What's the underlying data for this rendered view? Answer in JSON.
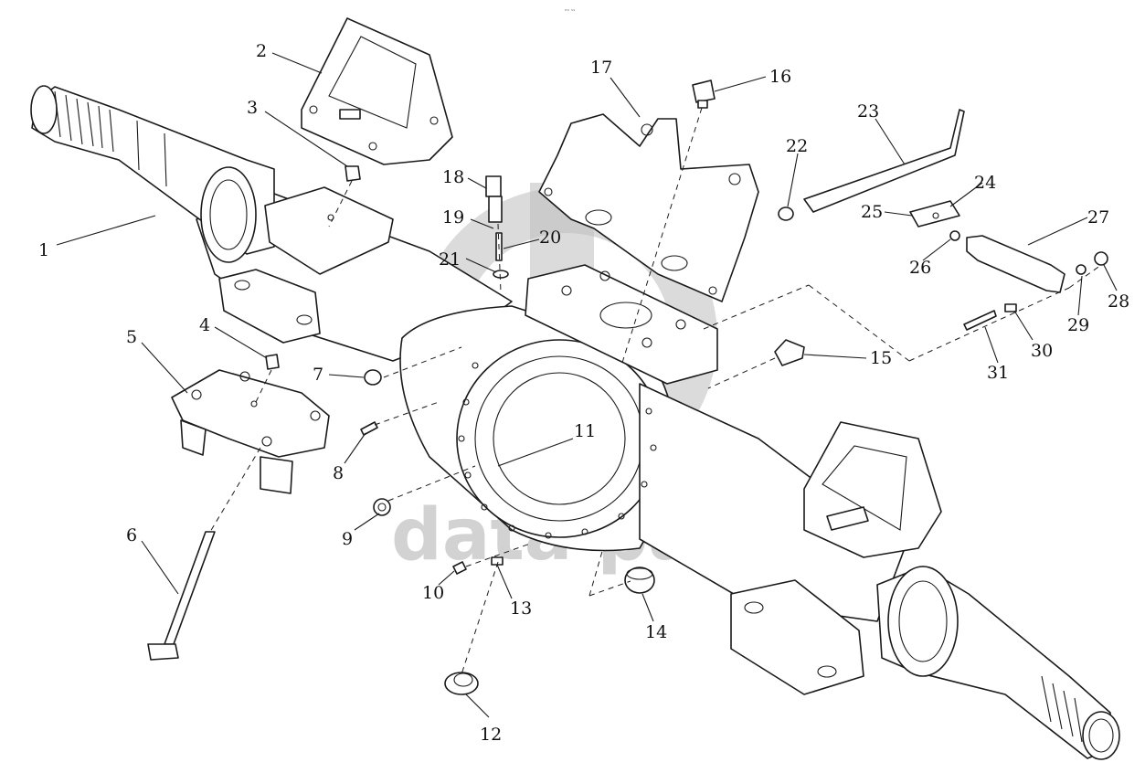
{
  "watermark": {
    "text": "data parts"
  },
  "header_mark": "ᵉᵒ ˢˢ",
  "callouts": [
    "1",
    "2",
    "3",
    "4",
    "5",
    "6",
    "7",
    "8",
    "9",
    "10",
    "11",
    "12",
    "13",
    "14",
    "15",
    "16",
    "17",
    "18",
    "19",
    "20",
    "21",
    "22",
    "23",
    "24",
    "25",
    "26",
    "27",
    "28",
    "29",
    "30",
    "31"
  ]
}
